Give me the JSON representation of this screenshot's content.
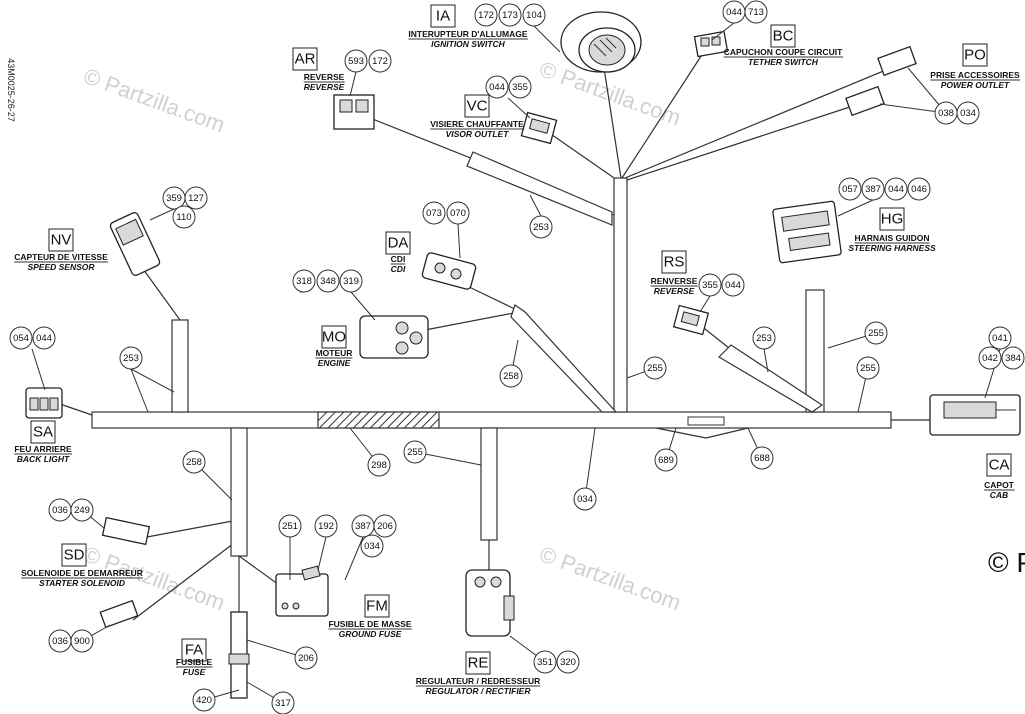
{
  "document_code": "43M0025-26-27",
  "watermark": "© Partzilla.com",
  "copyright_fragment": "© P",
  "components": [
    {
      "key": "IA",
      "code": "IA",
      "label_fr": "INTERUPTEUR D'ALLUMAGE",
      "label_en": "IGNITION SWITCH"
    },
    {
      "key": "AR",
      "code": "AR",
      "label_fr": "REVERSE",
      "label_en": "REVERSE"
    },
    {
      "key": "VC",
      "code": "VC",
      "label_fr": "VISIERE CHAUFFANTE",
      "label_en": "VISOR OUTLET"
    },
    {
      "key": "BC",
      "code": "BC",
      "label_fr": "CAPUCHON COUPE CIRCUIT",
      "label_en": "TETHER SWITCH"
    },
    {
      "key": "PO",
      "code": "PO",
      "label_fr": "PRISE ACCESSOIRES",
      "label_en": "POWER OUTLET"
    },
    {
      "key": "NV",
      "code": "NV",
      "label_fr": "CAPTEUR DE VITESSE",
      "label_en": "SPEED SENSOR"
    },
    {
      "key": "DA",
      "code": "DA",
      "label_fr": "CDI",
      "label_en": "CDI"
    },
    {
      "key": "HG",
      "code": "HG",
      "label_fr": "HARNAIS GUIDON",
      "label_en": "STEERING HARNESS"
    },
    {
      "key": "RS",
      "code": "RS",
      "label_fr": "RENVERSE",
      "label_en": "REVERSE"
    },
    {
      "key": "MO",
      "code": "MO",
      "label_fr": "MOTEUR",
      "label_en": "ENGINE"
    },
    {
      "key": "SA",
      "code": "SA",
      "label_fr": "FEU ARRIERE",
      "label_en": "BACK LIGHT"
    },
    {
      "key": "CA",
      "code": "CA",
      "label_fr": "CAPOT",
      "label_en": "CAB"
    },
    {
      "key": "SD",
      "code": "SD",
      "label_fr": "SOLENOIDE DE DEMARREUR",
      "label_en": "STARTER SOLENOID"
    },
    {
      "key": "FM",
      "code": "FM",
      "label_fr": "FUSIBLE DE MASSE",
      "label_en": "GROUND FUSE"
    },
    {
      "key": "FA",
      "code": "FA",
      "label_fr": "FUSIBLE",
      "label_en": "FUSE"
    },
    {
      "key": "RE",
      "code": "RE",
      "label_fr": "REGULATEUR / REDRESSEUR",
      "label_en": "REGULATOR / RECTIFIER"
    }
  ],
  "callouts": [
    "172",
    "173",
    "104",
    "044",
    "713",
    "593",
    "172",
    "044",
    "355",
    "038",
    "034",
    "359",
    "127",
    "110",
    "073",
    "070",
    "057",
    "387",
    "044",
    "046",
    "318",
    "348",
    "319",
    "355",
    "044",
    "041",
    "042",
    "384",
    "054",
    "044",
    "253",
    "253",
    "253",
    "255",
    "255",
    "255",
    "258",
    "298",
    "689",
    "688",
    "258",
    "255",
    "034",
    "036",
    "249",
    "251",
    "192",
    "387",
    "206",
    "034",
    "036",
    "900",
    "206",
    "420",
    "317",
    "351",
    "320"
  ]
}
